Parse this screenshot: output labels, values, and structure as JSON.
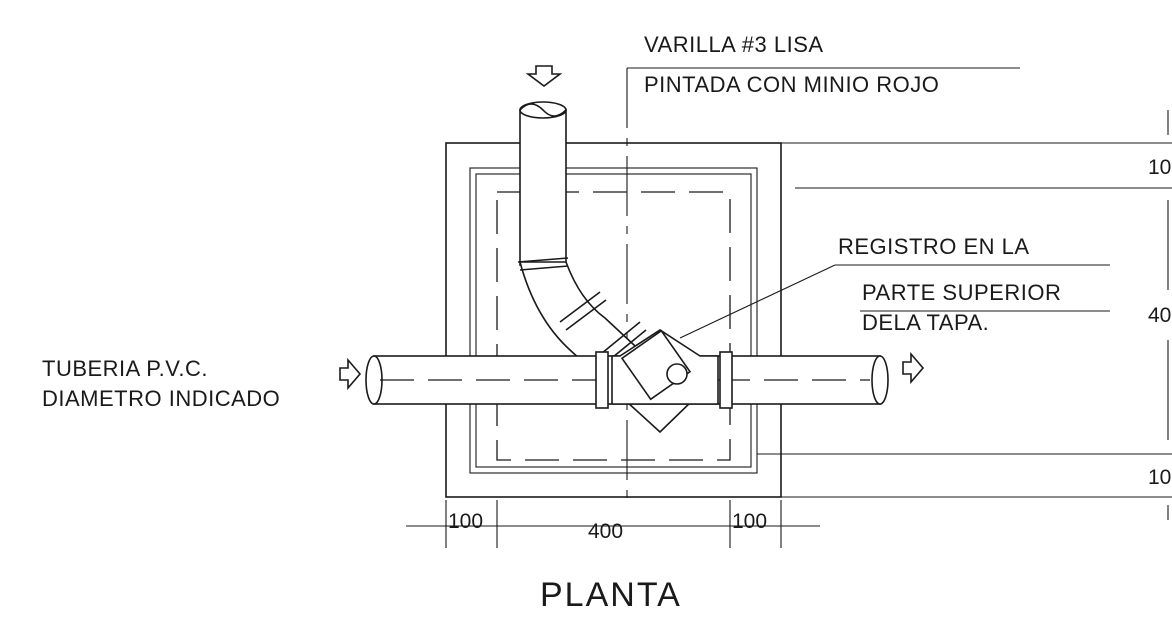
{
  "labels": {
    "rod_line1": "VARILLA #3 LISA",
    "rod_line2": "PINTADA CON MINIO ROJO",
    "register_line1": "REGISTRO EN LA",
    "register_line2": "PARTE SUPERIOR",
    "register_line3": "DELA TAPA.",
    "pipe_line1": "TUBERIA P.V.C.",
    "pipe_line2": "DIAMETRO INDICADO"
  },
  "dimensions": {
    "bottom_left": "100",
    "bottom_center": "400",
    "bottom_right": "100",
    "right_top": "10",
    "right_middle": "40",
    "right_bottom": "10"
  },
  "title": "PLANTA"
}
